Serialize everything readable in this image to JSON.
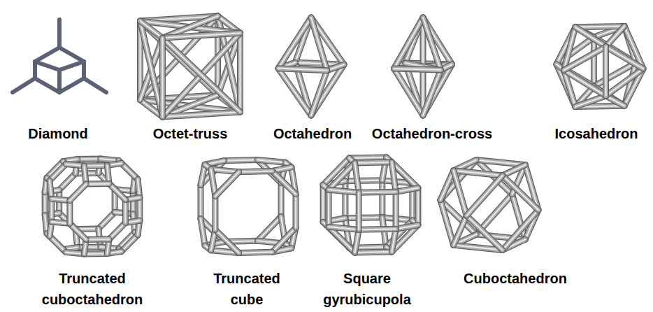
{
  "diagram": {
    "labels": [
      "Diamond",
      "Octet-truss",
      "Octahedron",
      "Octahedron-cross",
      "Icosahedron",
      "Truncated cuboctahedron",
      "Truncated cube",
      "Square gyrubicupola",
      "Cuboctahedron"
    ]
  }
}
